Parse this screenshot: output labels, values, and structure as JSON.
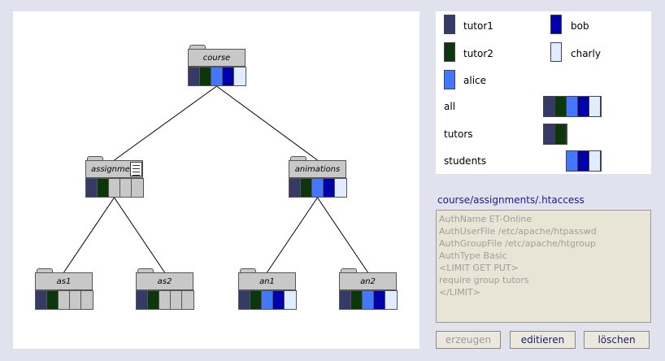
{
  "colors": {
    "tutor1": "#363a66",
    "tutor2": "#0c360c",
    "alice": "#4477ff",
    "bob": "#0000aa",
    "charly": "#e0ecff",
    "empty": "#c8c8c8"
  },
  "tree": {
    "nodes": [
      {
        "id": "course",
        "label": "course",
        "cells": [
          "tutor1",
          "tutor2",
          "alice",
          "bob",
          "charly"
        ]
      },
      {
        "id": "assignments",
        "label": "assignments",
        "cells": [
          "tutor1",
          "tutor2",
          "empty",
          "empty",
          "empty"
        ],
        "has_file_icon": true
      },
      {
        "id": "animations",
        "label": "animations",
        "cells": [
          "tutor1",
          "tutor2",
          "alice",
          "bob",
          "charly"
        ]
      },
      {
        "id": "as1",
        "label": "as1",
        "cells": [
          "tutor1",
          "tutor2",
          "empty",
          "empty",
          "empty"
        ]
      },
      {
        "id": "as2",
        "label": "as2",
        "cells": [
          "tutor1",
          "tutor2",
          "empty",
          "empty",
          "empty"
        ]
      },
      {
        "id": "an1",
        "label": "an1",
        "cells": [
          "tutor1",
          "tutor2",
          "alice",
          "bob",
          "charly"
        ]
      },
      {
        "id": "an2",
        "label": "an2",
        "cells": [
          "tutor1",
          "tutor2",
          "alice",
          "bob",
          "charly"
        ]
      }
    ],
    "edges": [
      [
        "course",
        "assignments"
      ],
      [
        "course",
        "animations"
      ],
      [
        "assignments",
        "as1"
      ],
      [
        "assignments",
        "as2"
      ],
      [
        "animations",
        "an1"
      ],
      [
        "animations",
        "an2"
      ]
    ]
  },
  "legend": {
    "users": [
      {
        "key": "tutor1",
        "label": "tutor1"
      },
      {
        "key": "tutor2",
        "label": "tutor2"
      },
      {
        "key": "alice",
        "label": "alice"
      },
      {
        "key": "bob",
        "label": "bob"
      },
      {
        "key": "charly",
        "label": "charly"
      }
    ],
    "groups": [
      {
        "label": "all",
        "members": [
          "tutor1",
          "tutor2",
          "alice",
          "bob",
          "charly"
        ]
      },
      {
        "label": "tutors",
        "members": [
          "tutor1",
          "tutor2"
        ]
      },
      {
        "label": "students",
        "members": [
          "alice",
          "bob",
          "charly"
        ]
      }
    ]
  },
  "file": {
    "path": "course/assignments/.htaccess",
    "content": "AuthName ET-Online\nAuthUserFile /etc/apache/htpasswd\nAuthGroupFile /etc/apache/htgroup\nAuthType Basic\n<LIMIT GET PUT>\nrequire group tutors\n</LIMIT>"
  },
  "buttons": {
    "create": "erzeugen",
    "edit": "editieren",
    "delete": "löschen"
  }
}
